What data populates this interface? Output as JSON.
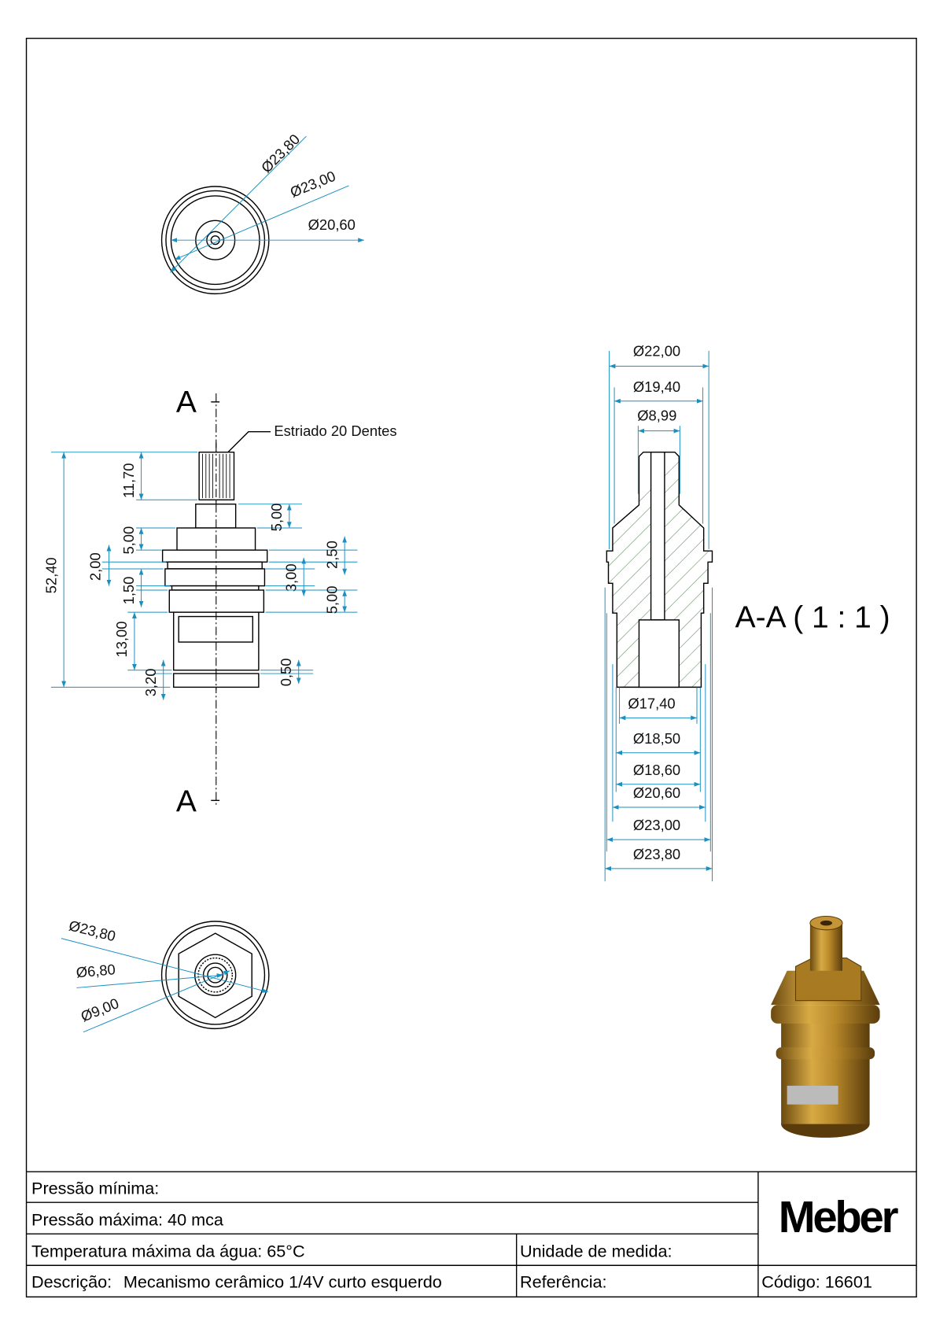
{
  "top_view": {
    "dims": [
      "Ø23,80",
      "Ø23,00",
      "Ø20,60"
    ]
  },
  "front_view": {
    "section_marker": "A",
    "callout": "Estriado 20 Dentes",
    "dims": {
      "total": "52,40",
      "spline": "11,70",
      "neck": "5,00",
      "hex": "5,00",
      "flange_gap": "2,00",
      "groove": "1,50",
      "body": "13,00",
      "bottom": "3,20",
      "right_2_50": "2,50",
      "right_3_00": "3,00",
      "right_5_00": "5,00",
      "right_0_50": "0,50"
    }
  },
  "section_view": {
    "title": "A-A ( 1 : 1 )",
    "top_dims": [
      "Ø22,00",
      "Ø19,40",
      "Ø8,99"
    ],
    "bottom_dims": [
      "Ø17,40",
      "Ø18,50",
      "Ø18,60",
      "Ø20,60",
      "Ø23,00",
      "Ø23,80"
    ]
  },
  "bottom_view": {
    "dims": [
      "Ø23,80",
      "Ø6,80",
      "Ø9,00"
    ]
  },
  "title_block": {
    "pressao_minima": "Pressão mínima:",
    "pressao_maxima": "Pressão máxima: 40 mca",
    "temperatura": "Temperatura máxima da água: 65°C",
    "unidade": "Unidade de medida:",
    "descricao_label": "Descrição:",
    "descricao_value": "Mecanismo cerâmico 1/4V curto esquerdo",
    "referencia": "Referência:",
    "codigo": "Código: 16601",
    "logo": "Meber"
  },
  "colors": {
    "dimension": "#1a8fc0",
    "brass": "#b8892a"
  }
}
